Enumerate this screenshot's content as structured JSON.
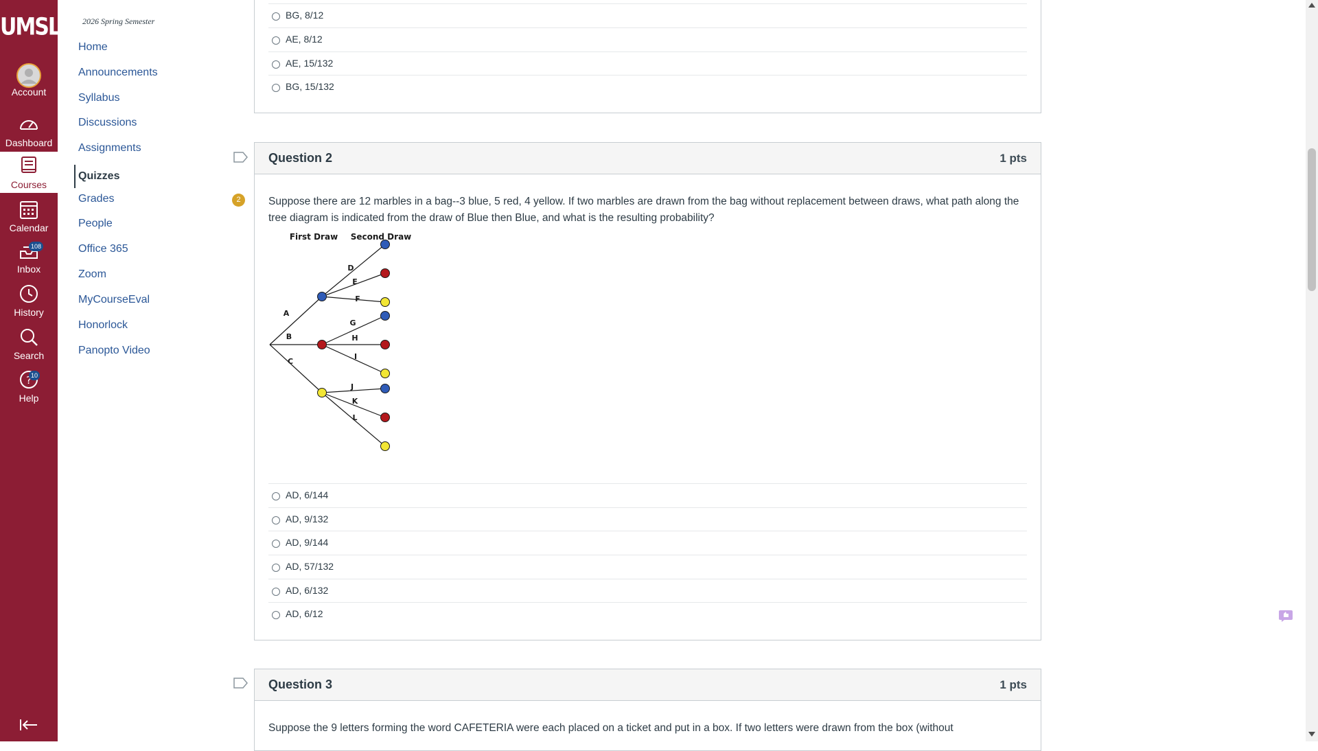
{
  "global_nav": {
    "logo": "UMSL",
    "items": [
      {
        "label": "Account",
        "icon": "account-avatar-icon"
      },
      {
        "label": "Dashboard",
        "icon": "dashboard-icon"
      },
      {
        "label": "Courses",
        "icon": "courses-icon"
      },
      {
        "label": "Calendar",
        "icon": "calendar-icon"
      },
      {
        "label": "Inbox",
        "icon": "inbox-icon",
        "badge": "108"
      },
      {
        "label": "History",
        "icon": "history-icon"
      },
      {
        "label": "Search",
        "icon": "search-icon"
      },
      {
        "label": "Help",
        "icon": "help-icon",
        "badge": "10"
      }
    ],
    "active": "Courses"
  },
  "course_nav": {
    "term": "2026 Spring Semester",
    "items": [
      {
        "label": "Home"
      },
      {
        "label": "Announcements"
      },
      {
        "label": "Syllabus"
      },
      {
        "label": "Discussions"
      },
      {
        "label": "Assignments"
      },
      {
        "label": "Quizzes"
      },
      {
        "label": "Grades",
        "badge": "2"
      },
      {
        "label": "People"
      },
      {
        "label": "Office 365"
      },
      {
        "label": "Zoom"
      },
      {
        "label": "MyCourseEval"
      },
      {
        "label": "Honorlock"
      },
      {
        "label": "Panopto Video"
      }
    ],
    "active": "Quizzes"
  },
  "question1": {
    "answers": [
      "BG, 8/12",
      "AE, 8/12",
      "AE, 15/132",
      "BG, 15/132"
    ]
  },
  "question2": {
    "title": "Question 2",
    "points": "1 pts",
    "text": "Suppose there are 12 marbles in a bag--3 blue, 5 red, 4 yellow. If two marbles are drawn from the bag without replacement between draws, what path along the tree diagram is indicated from the draw of Blue then Blue, and what is the resulting probability?",
    "diagram": {
      "headers": [
        "First Draw",
        "Second Draw"
      ],
      "branch_labels": [
        "A",
        "B",
        "C",
        "D",
        "E",
        "F",
        "G",
        "H",
        "I",
        "J",
        "K",
        "L"
      ],
      "colors": {
        "blue": "#2f5bb7",
        "red": "#b3181c",
        "yellow": "#f2e635"
      }
    },
    "answers": [
      "AD, 6/144",
      "AD, 9/132",
      "AD, 9/144",
      "AD, 57/132",
      "AD, 6/132",
      "AD, 6/12"
    ]
  },
  "question3": {
    "title": "Question 3",
    "points": "1 pts",
    "text": "Suppose the 9 letters forming the word CAFETERIA were each placed on a ticket and put in a box. If two letters were drawn from the box (without"
  }
}
